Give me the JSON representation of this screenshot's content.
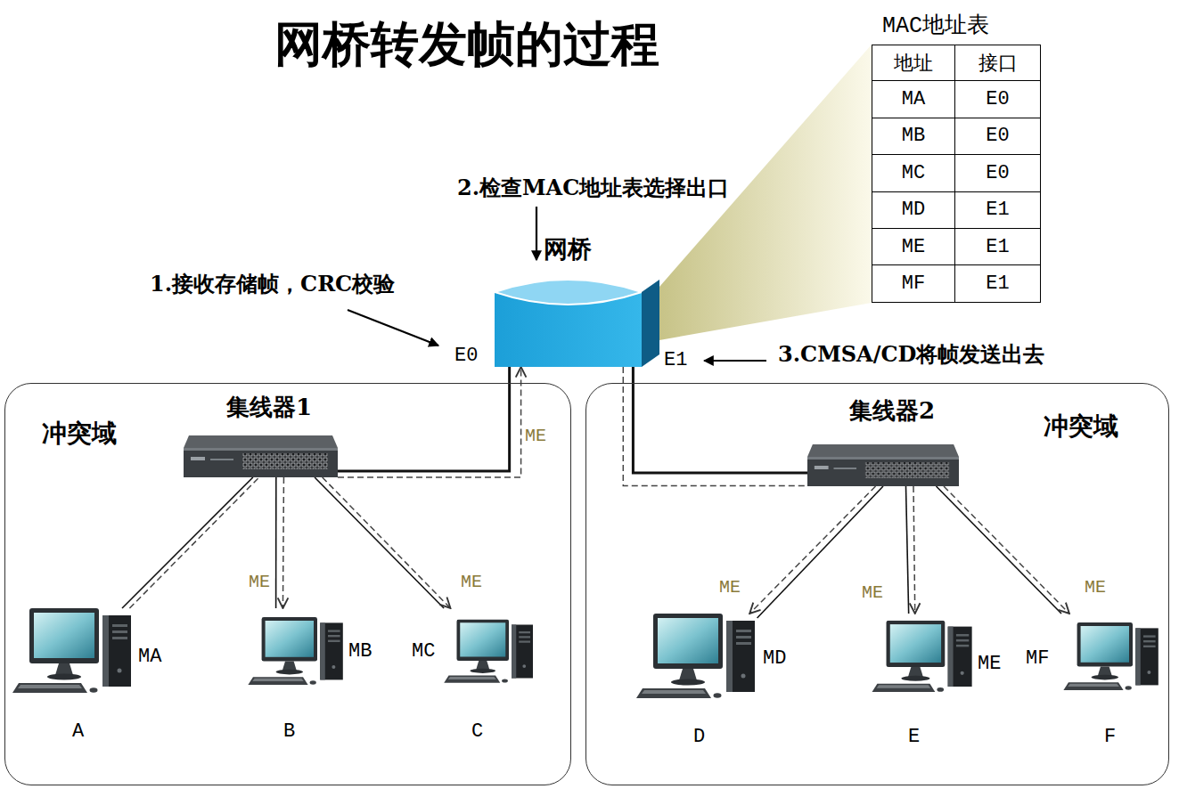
{
  "diagram": {
    "title": "网桥转发帧的过程",
    "nodes": [
      {
        "text": [
          "网桥"
        ]
      },
      {
        "text": [
          "冲突域"
        ]
      },
      {
        "text": [
          "集线器1"
        ],
        "in": 1
      },
      {
        "text": [
          "MA",
          "A"
        ],
        "in": 1
      },
      {
        "text": [
          "MB",
          "B"
        ],
        "in": 1
      },
      {
        "text": [
          "MC",
          "C"
        ],
        "in": 1
      },
      {
        "text": [
          "冲突域"
        ]
      },
      {
        "text": [
          "集线器2"
        ],
        "in": 6
      },
      {
        "text": [
          "MD",
          "D"
        ],
        "in": 6
      },
      {
        "text": [
          "ME",
          "E"
        ],
        "in": 6
      },
      {
        "text": [
          "MF",
          "F"
        ],
        "in": 6
      }
    ],
    "edges": [
      {
        "from": 2,
        "to": 3,
        "arrow": "none"
      },
      {
        "from": 2,
        "to": 4,
        "arrow": "none"
      },
      {
        "from": 2,
        "to": 5,
        "arrow": "none"
      },
      {
        "from": 2,
        "to": 0,
        "arrow": "none"
      },
      {
        "from": 0,
        "to": 7,
        "arrow": "none"
      },
      {
        "from": 7,
        "to": 8,
        "arrow": "none"
      },
      {
        "from": 7,
        "to": 9,
        "arrow": "none"
      },
      {
        "from": 7,
        "to": 10,
        "arrow": "none"
      },
      {
        "from": 3,
        "to": 2,
        "arrow": "none"
      },
      {
        "from": 2,
        "to": 4,
        "label": "ME",
        "arrow": "to"
      },
      {
        "from": 2,
        "to": 5,
        "label": "ME",
        "arrow": "to"
      },
      {
        "from": 2,
        "to": 0,
        "label": "ME",
        "arrow": "to"
      },
      {
        "from": 0,
        "to": 7,
        "arrow": "none"
      },
      {
        "from": 7,
        "to": 8,
        "label": "ME",
        "arrow": "to"
      },
      {
        "from": 7,
        "to": 9,
        "label": "ME",
        "arrow": "to"
      },
      {
        "from": 7,
        "to": 10,
        "label": "ME",
        "arrow": "to"
      }
    ],
    "labels": [
      "MAC地址表",
      "地址",
      "接口",
      "MA",
      "E0",
      "MB",
      "E0",
      "MC",
      "E0",
      "MD",
      "E1",
      "ME",
      "E1",
      "MF",
      "E1",
      "2.检查MAC地址表选择出口",
      "1.接收存储帧，CRC校验",
      "E0",
      "E1",
      "3.CMSA/CD将帧发送出去"
    ]
  }
}
